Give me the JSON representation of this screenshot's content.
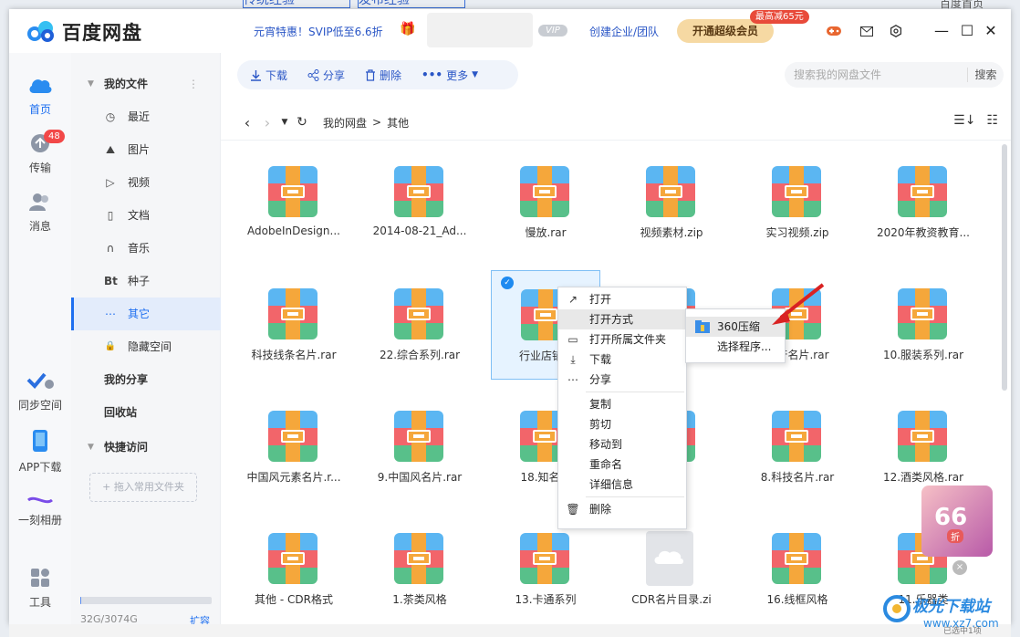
{
  "background": {
    "tabs": [
      "传统经验",
      "发布经验"
    ],
    "right_text": "百度首页"
  },
  "app": {
    "name": "百度网盘",
    "promo": "元宵特惠！SVIP低至6.6折",
    "vip_tag": "VIP",
    "biz_link": "创建企业/团队",
    "svip_button": "开通超级会员",
    "svip_badge": "最高减65元"
  },
  "left_nav": {
    "items": [
      {
        "label": "首页",
        "icon": "cloud-icon"
      },
      {
        "label": "传输",
        "icon": "transfer-icon",
        "badge": "48"
      },
      {
        "label": "消息",
        "icon": "people-icon"
      },
      {
        "label": "同步空间",
        "icon": "sync-icon"
      },
      {
        "label": "APP下载",
        "icon": "phone-icon"
      },
      {
        "label": "一刻相册",
        "icon": "album-icon"
      },
      {
        "label": "工具",
        "icon": "tools-icon"
      }
    ]
  },
  "sidebar": {
    "my_files": "我的文件",
    "items": [
      {
        "label": "最近",
        "glyph": "◷"
      },
      {
        "label": "图片",
        "glyph": "⛰"
      },
      {
        "label": "视频",
        "glyph": "▷"
      },
      {
        "label": "文档",
        "glyph": "▯"
      },
      {
        "label": "音乐",
        "glyph": "∩"
      },
      {
        "label": "种子",
        "glyph": "Bt"
      },
      {
        "label": "其它",
        "glyph": "⋯"
      },
      {
        "label": "隐藏空间",
        "glyph": "🔒"
      }
    ],
    "my_share": "我的分享",
    "recycle": "回收站",
    "quick_access": "快捷访问",
    "dropzone": "+ 拖入常用文件夹",
    "storage_text": "32G/3074G",
    "storage_fraction": 0.0104,
    "expand": "扩容"
  },
  "toolbar": {
    "download": "下载",
    "share": "分享",
    "delete": "删除",
    "more": "更多",
    "search_placeholder": "搜索我的网盘文件",
    "search_button": "搜索"
  },
  "path": {
    "root": "我的网盘",
    "sep": ">",
    "current": "其他"
  },
  "files": [
    "AdobeInDesign...",
    "2014-08-21_Ad...",
    "慢放.rar",
    "视频素材.zip",
    "实习视频.zip",
    "2020年教资教育...",
    "科技线条名片.rar",
    "22.综合系列.rar",
    "行业店铺名",
    "",
    "地产名片.rar",
    "10.服装系列.rar",
    "中国风元素名片.r...",
    "9.中国风名片.rar",
    "18.知名企",
    "",
    "8.科技名片.rar",
    "12.酒类风格.rar",
    "其他 - CDR格式",
    "1.茶类风格",
    "13.卡通系列",
    "CDR名片目录.zi",
    "16.线框风格",
    "11.乐器类"
  ],
  "context_menu": {
    "items": [
      "打开",
      "打开方式",
      "打开所属文件夹",
      "下载",
      "分享",
      "复制",
      "剪切",
      "移动到",
      "重命名",
      "详细信息",
      "删除"
    ],
    "submenu": [
      "360压缩",
      "选择程序..."
    ]
  },
  "float_promo": {
    "number": "66",
    "unit": "折"
  },
  "watermark": {
    "title": "极光下载站",
    "url": "www.xz7.com"
  },
  "status": {
    "text": "已选中1项"
  }
}
